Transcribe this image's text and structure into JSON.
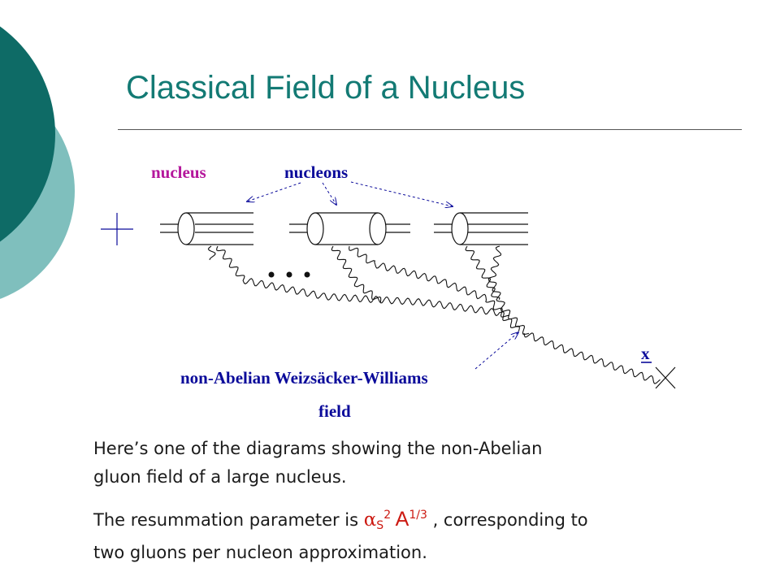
{
  "slide": {
    "title": "Classical Field of a Nucleus",
    "colors": {
      "title": "#137a74",
      "dark_circle": "#0e6b66",
      "light_circle": "#7fbfbd",
      "nucleus_label": "#b5189c",
      "nucleons_label": "#0a0a9a",
      "field_label": "#0a0a9a",
      "x_label": "#0a0a9a",
      "highlight": "#cc1a12"
    }
  },
  "diagram": {
    "labels": {
      "nucleus": "nucleus",
      "nucleons": "nucleons",
      "field_line1": "non-Abelian Weizsäcker-Williams",
      "field_line2": "field",
      "x": "x"
    }
  },
  "body": {
    "line1": "Here’s one of the diagrams showing the non-Abelian",
    "line2": "gluon field of a large nucleus.",
    "line3_before": "The resummation parameter is ",
    "alpha": "α",
    "alpha_sub": "S",
    "alpha_sup": "2",
    "a_symbol": " A",
    "a_sup": "1/3",
    "line3_after": " , corresponding to",
    "line4": "two gluons per nucleon approximation."
  }
}
